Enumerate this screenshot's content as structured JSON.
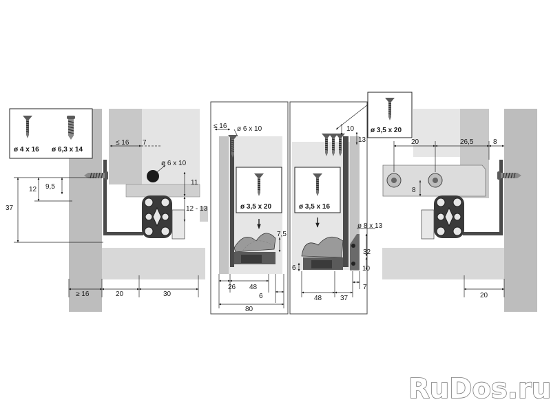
{
  "screw_labels": {
    "box_left_a": "ø 4 x 16",
    "box_left_b": "ø 6,3 x 14",
    "center_a": "ø 3,5 x 20",
    "center_b": "ø 3,5 x 16",
    "box_right": "ø 3,5 x 20"
  },
  "hole_labels": {
    "left": "ø 6 x 10",
    "center": "ø 6 x 10",
    "right": "ø 8 x 13"
  },
  "dims": {
    "left_ge16_top": "≤ 16",
    "left_7": "7",
    "left_11": "11",
    "left_12_13": "12 - 13",
    "left_12": "12",
    "left_9_5": "9,5",
    "left_37": "37",
    "left_ge16_bottom": "≥ 16",
    "left_20": "20",
    "left_30": "30",
    "p1_le16": "≤ 16",
    "p1_7_5": "7,5",
    "p1_26": "26",
    "p1_48": "48",
    "p1_6": "6",
    "p1_80": "80",
    "p2_10": "10",
    "p2_13": "13",
    "p2_32": "32",
    "p2_6": "6",
    "p2_10b": "10",
    "p2_48": "48",
    "p2_37": "37",
    "p2_7": "7",
    "right_20_top": "20",
    "right_26_5": "26,5",
    "right_8_top": "8",
    "right_8": "8",
    "right_20_bottom": "20"
  },
  "watermark": "RuDos.ru",
  "colors": {
    "wall": "#bdbdbd",
    "board": "#d4d4d4",
    "metal": "#4a4a4a",
    "line": "#222222",
    "paper": "#ffffff"
  },
  "icons": [
    "countersunk-screw-icon",
    "pan-head-screw-icon"
  ]
}
